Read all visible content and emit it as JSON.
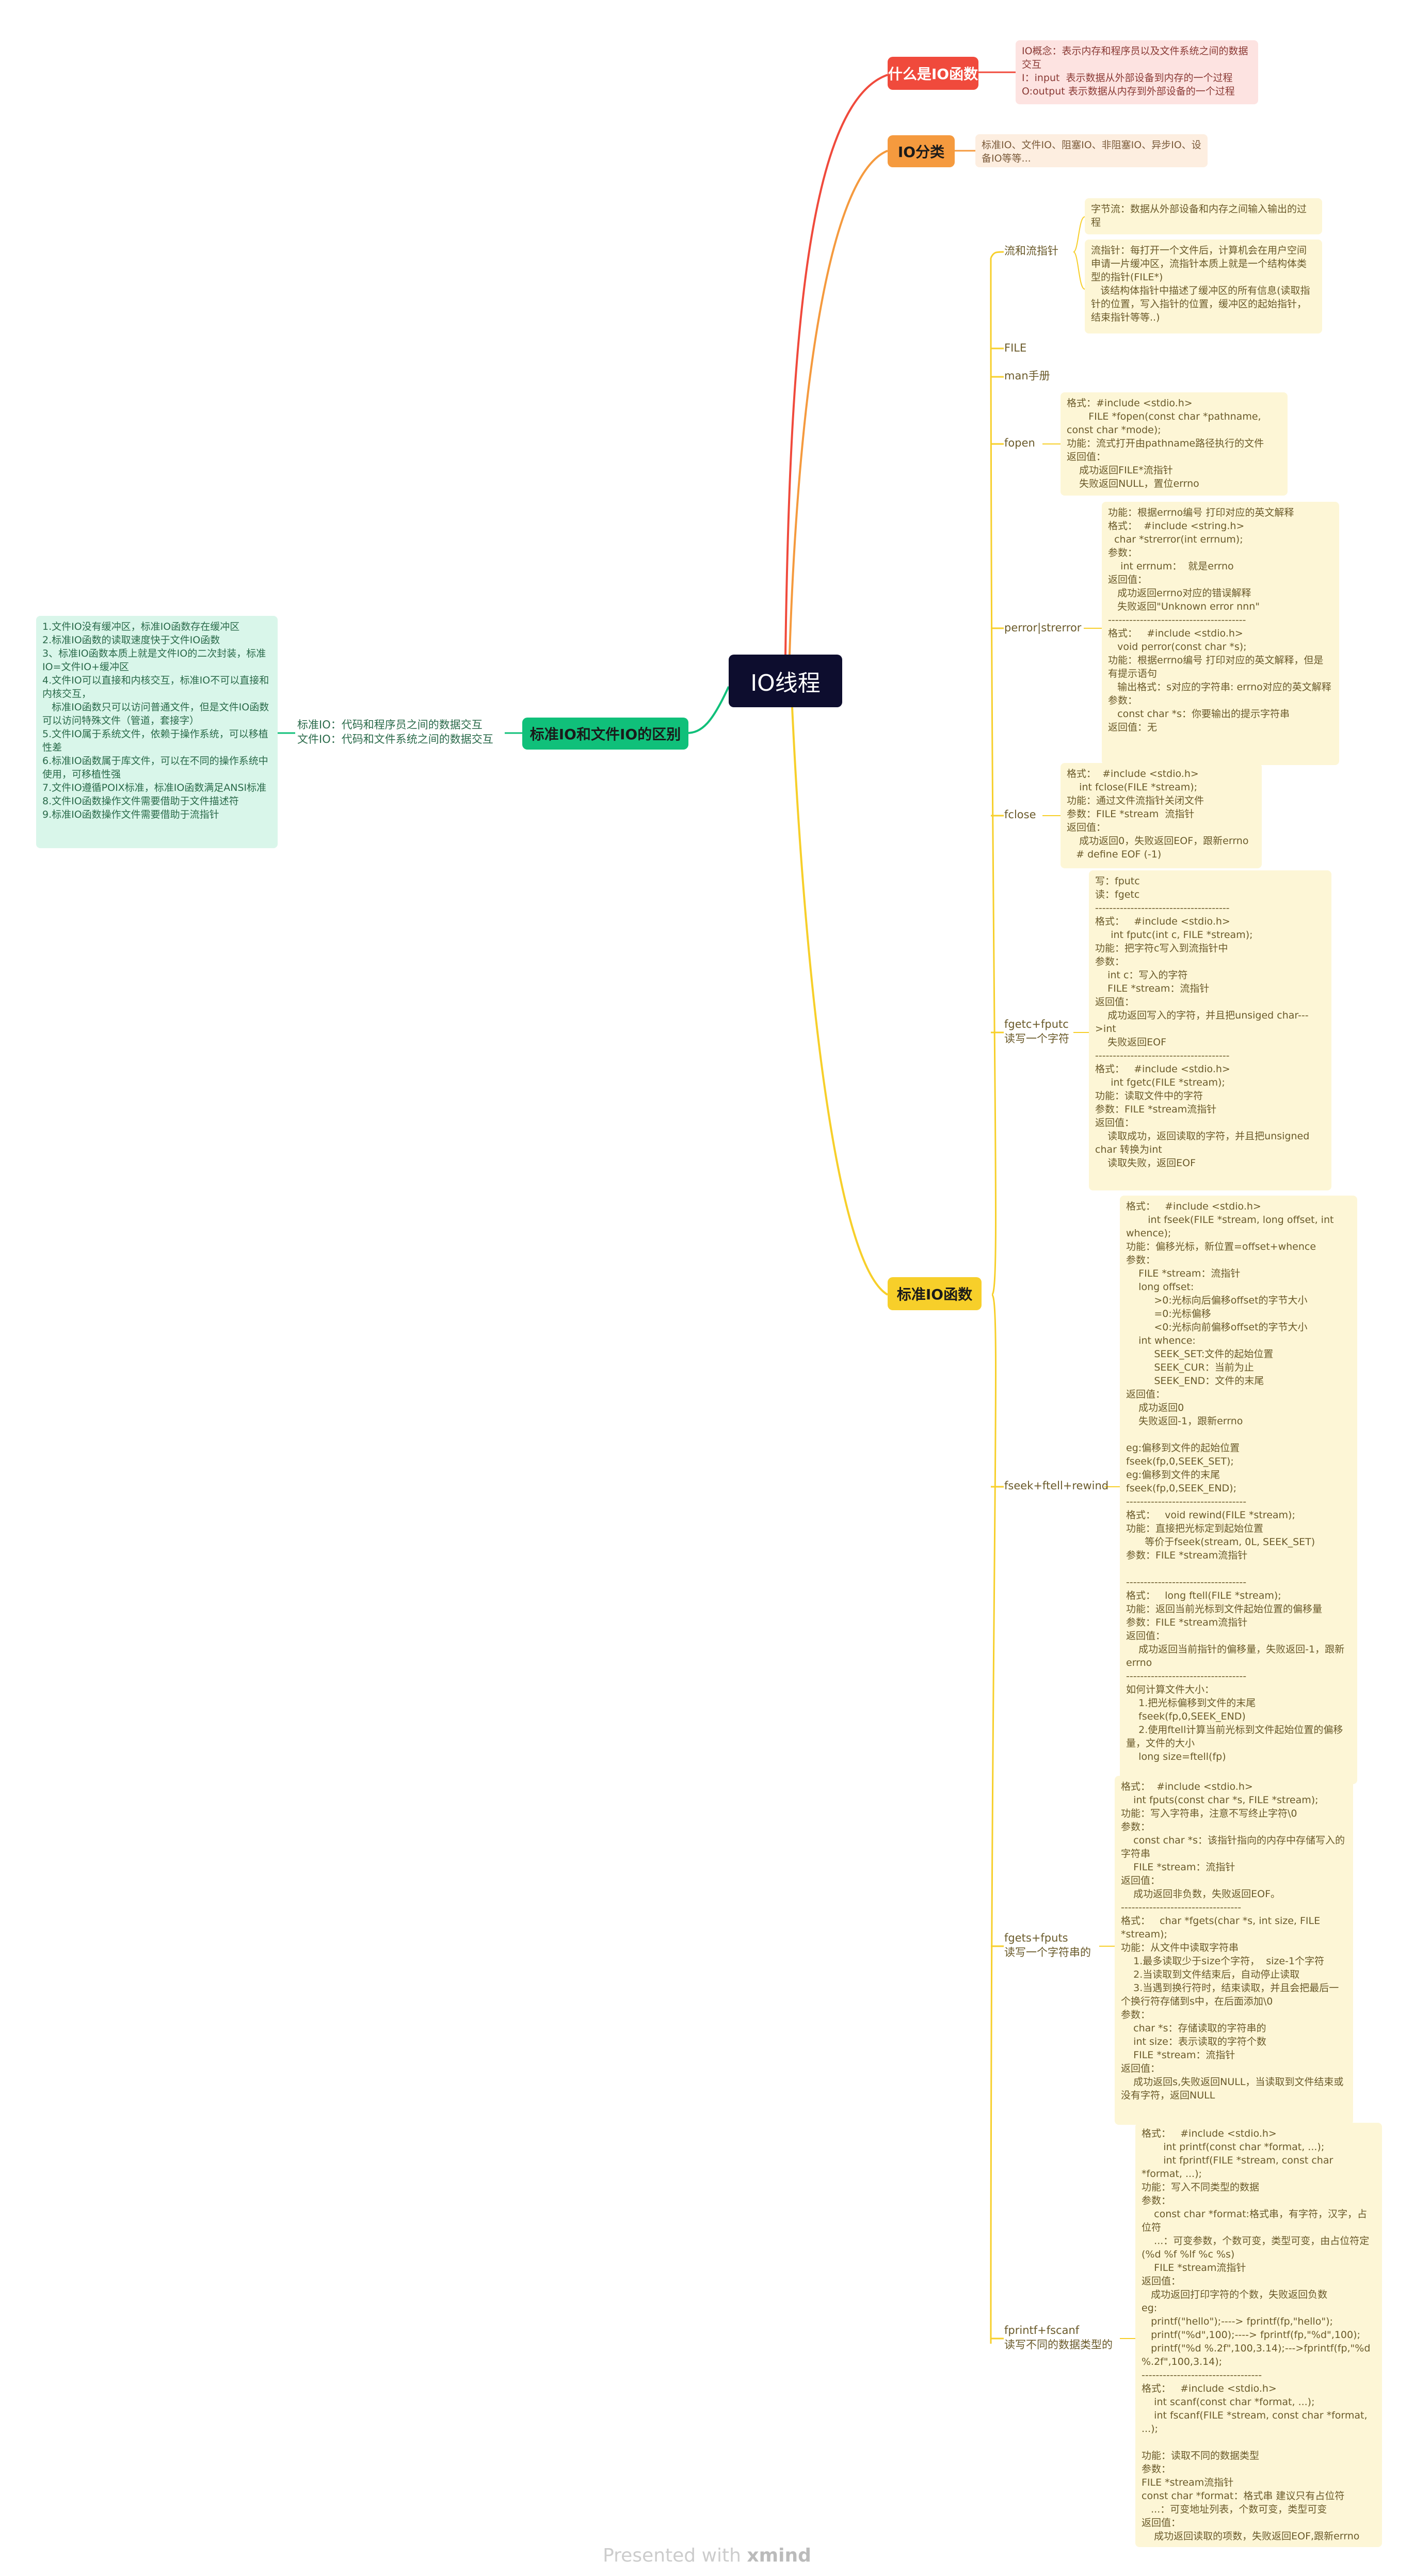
{
  "root": {
    "label": "IO线程"
  },
  "branches": {
    "what": {
      "label": "什么是IO函数",
      "note": "IO概念：表示内存和程序员以及文件系统之间的数据交互\nI：input  表示数据从外部设备到内存的一个过程\nO:output 表示数据从内存到外部设备的一个过程"
    },
    "category": {
      "label": "IO分类",
      "note": "标准IO、文件IO、阻塞IO、非阻塞IO、异步IO、设备IO等等..."
    },
    "diff": {
      "label": "标准IO和文件IO的区别",
      "sub": "标准IO：代码和程序员之间的数据交互\n文件IO：代码和文件系统之间的数据交互",
      "note": "1.文件IO没有缓冲区，标准IO函数存在缓冲区\n2.标准IO函数的读取速度快于文件IO函数\n3、标准IO函数本质上就是文件IO的二次封装，标准IO=文件IO+缓冲区\n4.文件IO可以直接和内核交互，标准IO不可以直接和内核交互，\n   标准IO函数只可以访问普通文件，但是文件IO函数可以访问特殊文件（管道，套接字）\n5.文件IO属于系统文件，依赖于操作系统，可以移植性差\n6.标准IO函数属于库文件，可以在不同的操作系统中使用，可移植性强\n7.文件IO遵循POIX标准，标准IO函数满足ANSI标准\n8.文件IO函数操作文件需要借助于文件描述符\n9.标准IO函数操作文件需要借助于流指针"
    },
    "std": {
      "label": "标准IO函数"
    }
  },
  "std_items": {
    "stream": {
      "label": "流和流指针",
      "note1": "字节流：数据从外部设备和内存之间输入输出的过程",
      "note2": "流指针：每打开一个文件后，计算机会在用户空间申请一片缓冲区，流指针本质上就是一个结构体类型的指针(FILE*)\n   该结构体指针中描述了缓冲区的所有信息(读取指针的位置，写入指针的位置，缓冲区的起始指针，结束指针等等..)"
    },
    "file": {
      "label": "FILE"
    },
    "man": {
      "label": "man手册"
    },
    "fopen": {
      "label": "fopen",
      "note": "格式：#include <stdio.h>\n       FILE *fopen(const char *pathname, const char *mode);\n功能：流式打开由pathname路径执行的文件\n返回值：\n    成功返回FILE*流指针\n    失败返回NULL，置位errno"
    },
    "perror": {
      "label": "perror|strerror",
      "note": "功能：根据errno编号 打印对应的英文解释\n格式：  #include <string.h>\n  char *strerror(int errnum);\n参数：\n    int errnum：  就是errno\n返回值：\n   成功返回errno对应的错误解释\n   失败返回\"Unknown error nnn\"\n---------------------------------------\n格式：   #include <stdio.h>\n   void perror(const char *s);\n功能：根据errno编号 打印对应的英文解释，但是有提示语句\n   输出格式：s对应的字符串: errno对应的英文解释\n参数：\n   const char *s：你要输出的提示字符串\n返回值：无"
    },
    "fclose": {
      "label": "fclose",
      "note": "格式：  #include <stdio.h>\n    int fclose(FILE *stream);\n功能：通过文件流指针关闭文件\n参数：FILE *stream  流指针\n返回值：\n    成功返回0，失败返回EOF，跟新errno\n   # define EOF (-1)"
    },
    "fgetc": {
      "label": "fgetc+fputc\n读写一个字符",
      "note": "写：fputc\n读：fgetc\n--------------------------------------\n格式：   #include <stdio.h>\n     int fputc(int c, FILE *stream);\n功能：把字符c写入到流指针中\n参数：\n    int c：写入的字符\n    FILE *stream：流指针\n返回值：\n    成功返回写入的字符，并且把unsiged char--->int\n    失败返回EOF\n--------------------------------------\n格式：   #include <stdio.h>\n     int fgetc(FILE *stream);\n功能：读取文件中的字符\n参数：FILE *stream流指针\n返回值：\n    读取成功，返回读取的字符，并且把unsigned char 转换为int\n    读取失败，返回EOF"
    },
    "fseek": {
      "label": "fseek+ftell+rewind",
      "note": "格式：   #include <stdio.h>\n       int fseek(FILE *stream, long offset, int whence);\n功能：偏移光标，新位置=offset+whence\n参数：\n    FILE *stream：流指针\n    long offset:\n         >0:光标向后偏移offset的字节大小\n         =0:光标偏移\n         <0:光标向前偏移offset的字节大小\n    int whence:\n         SEEK_SET:文件的起始位置\n         SEEK_CUR：当前为止\n         SEEK_END：文件的末尾\n返回值：\n    成功返回0\n    失败返回-1，跟新errno\n\neg:偏移到文件的起始位置\nfseek(fp,0,SEEK_SET);\neg:偏移到文件的末尾\nfseek(fp,0,SEEK_END);\n----------------------------------\n格式：   void rewind(FILE *stream);\n功能：直接把光标定到起始位置\n      等价于fseek(stream, 0L, SEEK_SET)\n参数：FILE *stream流指针\n\n----------------------------------\n格式：   long ftell(FILE *stream);\n功能：返回当前光标到文件起始位置的偏移量\n参数：FILE *stream流指针\n返回值：\n    成功返回当前指针的偏移量，失败返回-1，跟新errno\n----------------------------------\n如何计算文件大小：\n    1.把光标偏移到文件的末尾\n    fseek(fp,0,SEEK_END)\n    2.使用ftell计算当前光标到文件起始位置的偏移量，文件的大小\n    long size=ftell(fp)"
    },
    "fgets": {
      "label": "fgets+fputs\n读写一个字符串的",
      "note": "格式：  #include <stdio.h>\n    int fputs(const char *s, FILE *stream);\n功能：写入字符串，注意不写终止字符\\0\n参数：\n    const char *s：该指针指向的内存中存储写入的字符串\n    FILE *stream：流指针\n返回值：\n    成功返回非负数，失败返回EOF。\n----------------------------------\n格式：   char *fgets(char *s, int size, FILE *stream);\n功能：从文件中读取字符串\n    1.最多读取少于size个字符，  size-1个字符\n    2.当读取到文件结束后，自动停止读取\n    3.当遇到换行符时，结束读取，并且会把最后一个换行符存储到s中，在后面添加\\0\n参数：\n    char *s：存储读取的字符串的\n    int size：表示读取的字符个数\n    FILE *stream：流指针\n返回值：\n    成功返回s,失败返回NULL，当读取到文件结束或没有字符，返回NULL"
    },
    "fprintf": {
      "label": "fprintf+fscanf\n读写不同的数据类型的",
      "note": "格式：   #include <stdio.h>\n       int printf(const char *format, ...);\n       int fprintf(FILE *stream, const char *format, ...);\n功能：写入不同类型的数据\n参数：\n    const char *format:格式串，有字符，汉字，占位符\n    ...：可变参数，个数可变，类型可变，由占位符定(%d %f %lf %c %s)\n    FILE *stream流指针\n返回值：\n   成功返回打印字符的个数，失败返回负数\neg:\n   printf(\"hello\");----> fprintf(fp,\"hello\");\n   printf(\"%d\",100);----> fprintf(fp,\"%d\",100);\n   printf(\"%d %.2f\",100,3.14);--->fprintf(fp,\"%d %.2f\",100,3.14);\n----------------------------------\n格式：   #include <stdio.h>\n    int scanf(const char *format, ...);\n    int fscanf(FILE *stream, const char *format, ...);\n\n功能：读取不同的数据类型\n参数：\nFILE *stream流指针\nconst char *format：格式串 建议只有占位符\n   ...：可变地址列表，个数可变，类型可变\n返回值：\n    成功返回读取的项数，失败返回EOF,跟新errno"
    }
  },
  "colors": {
    "root": "#0d0d2e",
    "red": "#f04a3c",
    "orange": "#f59a3e",
    "yellow": "#f7cf2a",
    "green": "#10c07a"
  },
  "footer": {
    "prefix": "Presented with",
    "brand": "xmind"
  }
}
